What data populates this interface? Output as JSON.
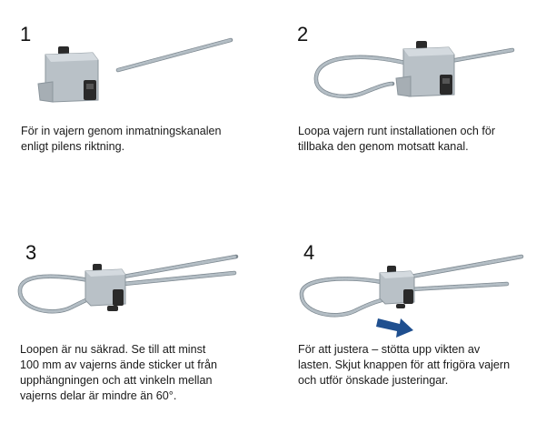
{
  "steps": [
    {
      "number": "1",
      "lines": [
        "För in vajern genom inmatningskanalen",
        "enligt pilens riktning."
      ]
    },
    {
      "number": "2",
      "lines": [
        "Loopa vajern runt installationen och för",
        "tillbaka den genom motsatt kanal."
      ]
    },
    {
      "number": "3",
      "lines": [
        "Loopen är nu säkrad. Se till att minst",
        "100 mm av vajerns ände sticker ut från",
        "upphängningen och att vinkeln mellan",
        "vajerns delar är mindre än 60°."
      ]
    },
    {
      "number": "4",
      "lines": [
        "För att justera – stötta upp vikten av",
        "lasten. Skjut knappen för att frigöra vajern",
        "och utför önskade justeringar."
      ]
    }
  ],
  "colors": {
    "wire": "#a9b4bc",
    "wire_dark": "#7d8890",
    "gripper_body": "#b8c0c6",
    "gripper_dark": "#2a2a2a",
    "arrow": "#1f4f8f"
  }
}
